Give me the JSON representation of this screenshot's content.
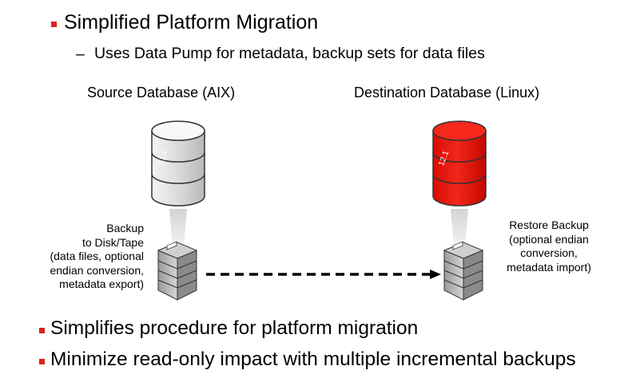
{
  "heading": "Simplified Platform Migration",
  "subheading_dash": "–",
  "subheading": "Uses Data Pump for metadata, backup sets for data files",
  "source": {
    "label": "Source Database (AIX)",
    "version": "11.x",
    "steps": [
      "Backup",
      "to Disk/Tape",
      "(data files, optional",
      "endian conversion,",
      "metadata export)"
    ]
  },
  "destination": {
    "label": "Destination Database (Linux)",
    "version": "12.1",
    "steps": [
      "Restore Backup",
      "(optional endian",
      "conversion,",
      "metadata import)"
    ]
  },
  "bullets": [
    "Simplifies procedure for platform migration",
    "Minimize read-only impact with multiple incremental backups"
  ],
  "colors": {
    "accent": "#d9221c",
    "source_db": "#e4e4e4",
    "destination_db": "#ee1c10"
  }
}
